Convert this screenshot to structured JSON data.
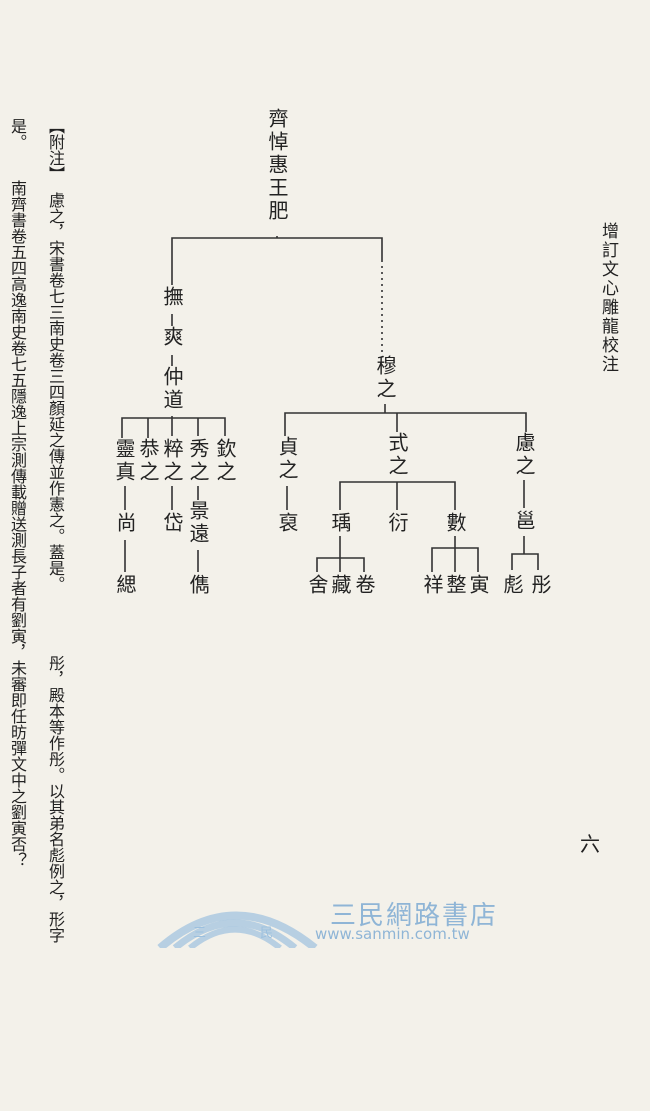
{
  "header": {
    "book_title": "增訂文心雕龍校注",
    "page_number": "六"
  },
  "tree": {
    "root": "齊悼惠王肥",
    "left": {
      "g1": "撫",
      "g2": "爽",
      "g3": "仲道",
      "children": [
        "靈真",
        "恭之",
        "粹之",
        "秀之",
        "欽之"
      ],
      "lingzhen_son": "尚",
      "lingzhen_grandson": "緦",
      "cuizhi_son": "岱",
      "xiuzhi_son": "景遠",
      "jingyuan_son": "儁"
    },
    "right": {
      "name": "穆之",
      "children": [
        "貞之",
        "式之",
        "慮之"
      ],
      "zhenzhi_son": "裒",
      "shizhi_sons": [
        "瑀",
        "衍",
        "數"
      ],
      "yu_sons": [
        "舍",
        "藏",
        "卷"
      ],
      "shu_sons": [
        "祥",
        "整",
        "寅"
      ],
      "luzhi_son": "邕",
      "yong_sons": [
        "彪",
        "彤"
      ]
    }
  },
  "notes": {
    "label": "【附注】",
    "col1": "慮之，宋書卷七三南史卷三四顏延之傳並作憲之。蓋是。",
    "col1b": "彤，殿本等作彤。以其弟名彪例之，形字",
    "col2a": "是。",
    "col2b": "南齊書卷五四高逸南史卷七五隱逸上宗測傳載贈送測長子者有劉寅，未審即任昉彈文中之劉寅否？"
  },
  "watermark": {
    "text": "三民網路書店",
    "url": "www.sanmin.com.tw",
    "left_char": "三",
    "right_char": "民"
  }
}
